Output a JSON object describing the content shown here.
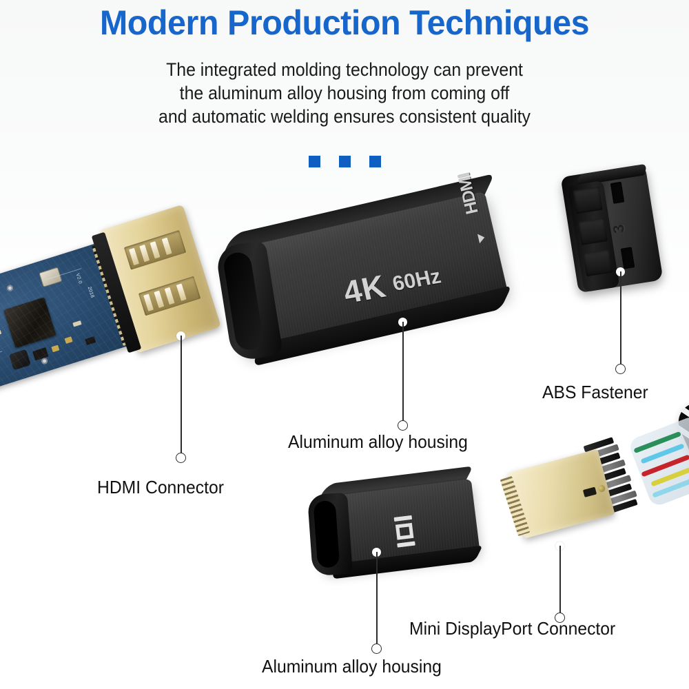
{
  "header": {
    "title": "Modern Production Techniques",
    "subtitle_lines": [
      "The integrated molding technology can prevent",
      "the aluminum alloy housing from coming off",
      "and automatic welding ensures consistent quality"
    ],
    "title_color": "#1666cc",
    "subtitle_color": "#1a1a1a",
    "divider_dots": 3,
    "divider_dot_color": "#0f5fc2"
  },
  "callouts": [
    {
      "id": "hdmi-connector",
      "label": "HDMI Connector"
    },
    {
      "id": "aluminum-housing-main",
      "label": "Aluminum alloy housing"
    },
    {
      "id": "abs-fastener",
      "label": "ABS Fastener"
    },
    {
      "id": "mini-dp-connector",
      "label": "Mini DisplayPort Connector"
    },
    {
      "id": "aluminum-housing-mdp",
      "label": "Aluminum alloy housing"
    }
  ],
  "products": {
    "main_adapter": {
      "resolution_mark": "4K",
      "refresh_mark": "60Hz",
      "brand_mark": "HDMI",
      "body_color": "#343434"
    },
    "abs_fastener": {
      "mold_number": "3",
      "body_color": "#1b1b1b"
    },
    "mini_dp_adapter": {
      "logo": "displayport-logo",
      "body_color": "#2f2f2f"
    },
    "hdmi_connector": {
      "pcb_color": "#27496c",
      "shell_color": "#e4d39a"
    },
    "mini_dp_cable": {
      "shell_color": "#e9dcac",
      "braid_colors": [
        "#0c0c0c",
        "#f2f2f2"
      ]
    }
  },
  "background": "#ffffff"
}
